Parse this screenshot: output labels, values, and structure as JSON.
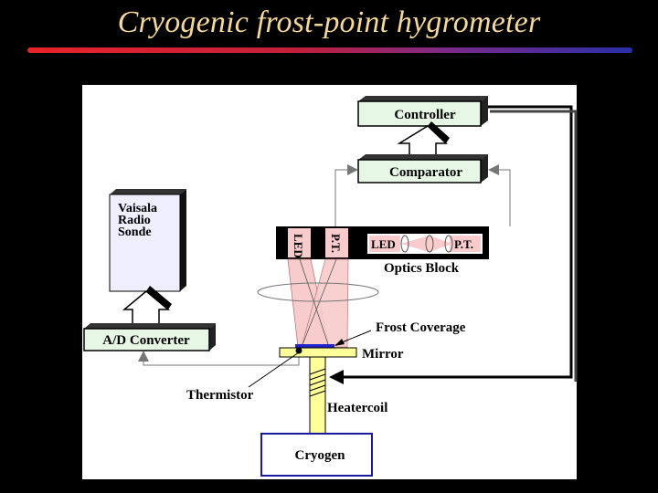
{
  "slide": {
    "title": "Cryogenic frost-point hygrometer",
    "accent_colors": {
      "title": "#f3d89a",
      "rule_start": "#e8222a",
      "rule_end": "#2a2fa8",
      "box_green": "#e6f7e6",
      "box_lavender": "#eeeeff",
      "beam": "#f8cccc",
      "stem": "#ffff99",
      "cryogen_border": "#1a1aa0"
    }
  },
  "diagram": {
    "controller": "Controller",
    "comparator": "Comparator",
    "sonde_line1": "Vaisala",
    "sonde_line2": "Radio",
    "sonde_line3": "Sonde",
    "ad_converter": "A/D Converter",
    "led_vertical": "LED",
    "pt_vertical": "P.T.",
    "led_horizontal": "LED",
    "pt_horizontal": "P.T.",
    "optics_block": "Optics Block",
    "frost_coverage": "Frost Coverage",
    "mirror": "Mirror",
    "thermistor": "Thermistor",
    "heatercoil": "Heatercoil",
    "cryogen": "Cryogen"
  }
}
